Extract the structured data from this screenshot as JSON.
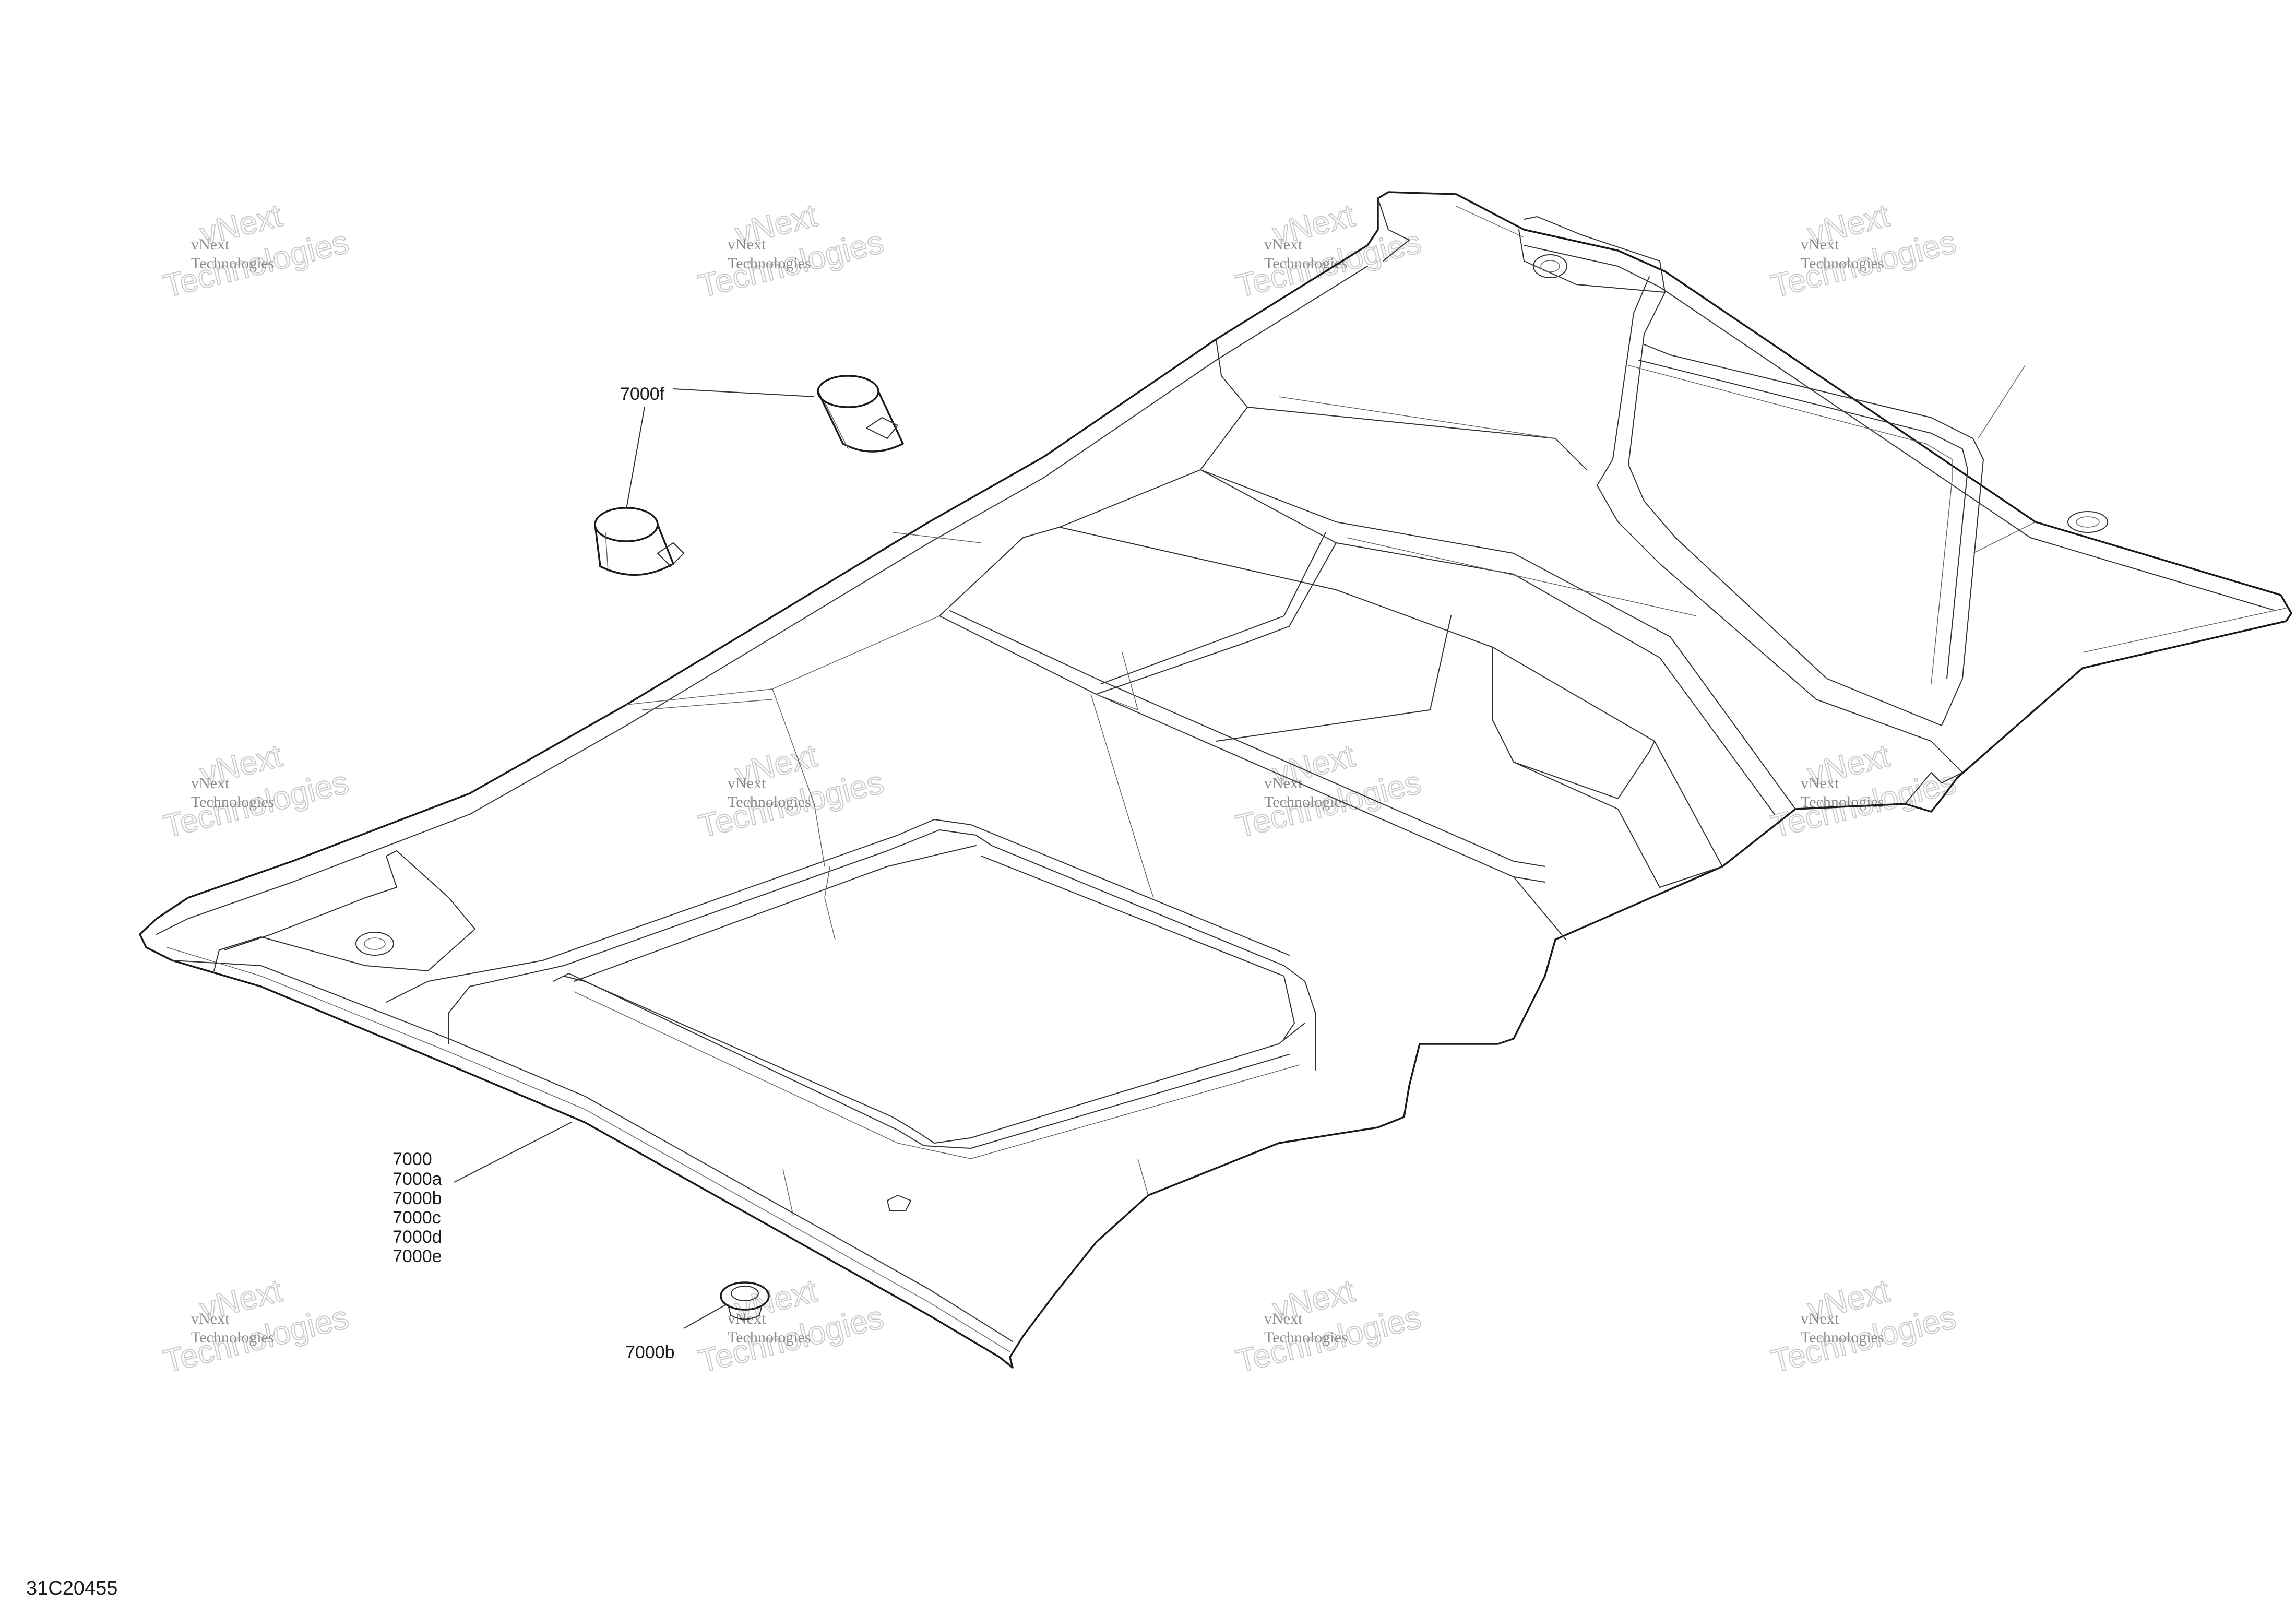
{
  "watermark": {
    "line1": "vNext",
    "line2": "Technologies"
  },
  "callouts": {
    "clip_top": "7000f",
    "roof_group": [
      "7000",
      "7000a",
      "7000b",
      "7000c",
      "7000d",
      "7000e"
    ],
    "fastener": "7000b"
  },
  "figure_id": "31C20455",
  "icons": [
    "roof-panel-icon",
    "strap-clip-icon",
    "push-rivet-icon"
  ]
}
